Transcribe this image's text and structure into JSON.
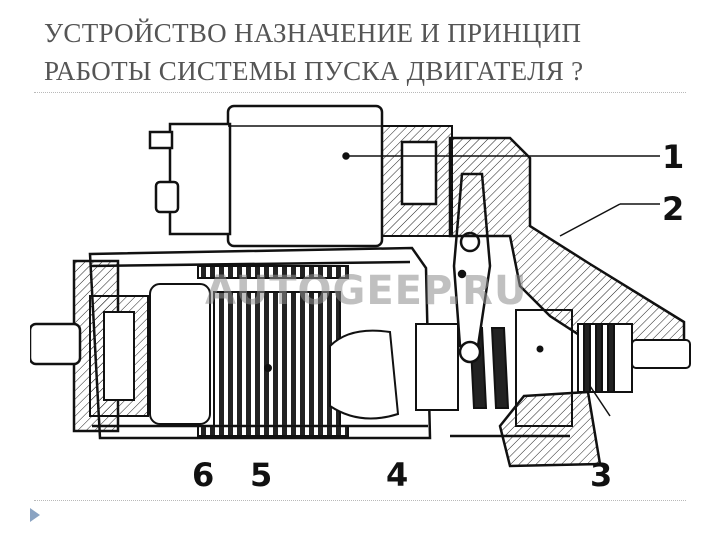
{
  "slide": {
    "title_line1": "УСТРОЙСТВО НАЗНАЧЕНИЕ И ПРИНЦИП",
    "title_line2": "РАБОТЫ СИСТЕМЫ ПУСКА ДВИГАТЕЛЯ ?",
    "accent_color": "#8aa3c2"
  },
  "figure": {
    "watermark": "AUTOGEEP.RU",
    "callouts": [
      "1",
      "2",
      "3",
      "4",
      "5",
      "6"
    ]
  }
}
